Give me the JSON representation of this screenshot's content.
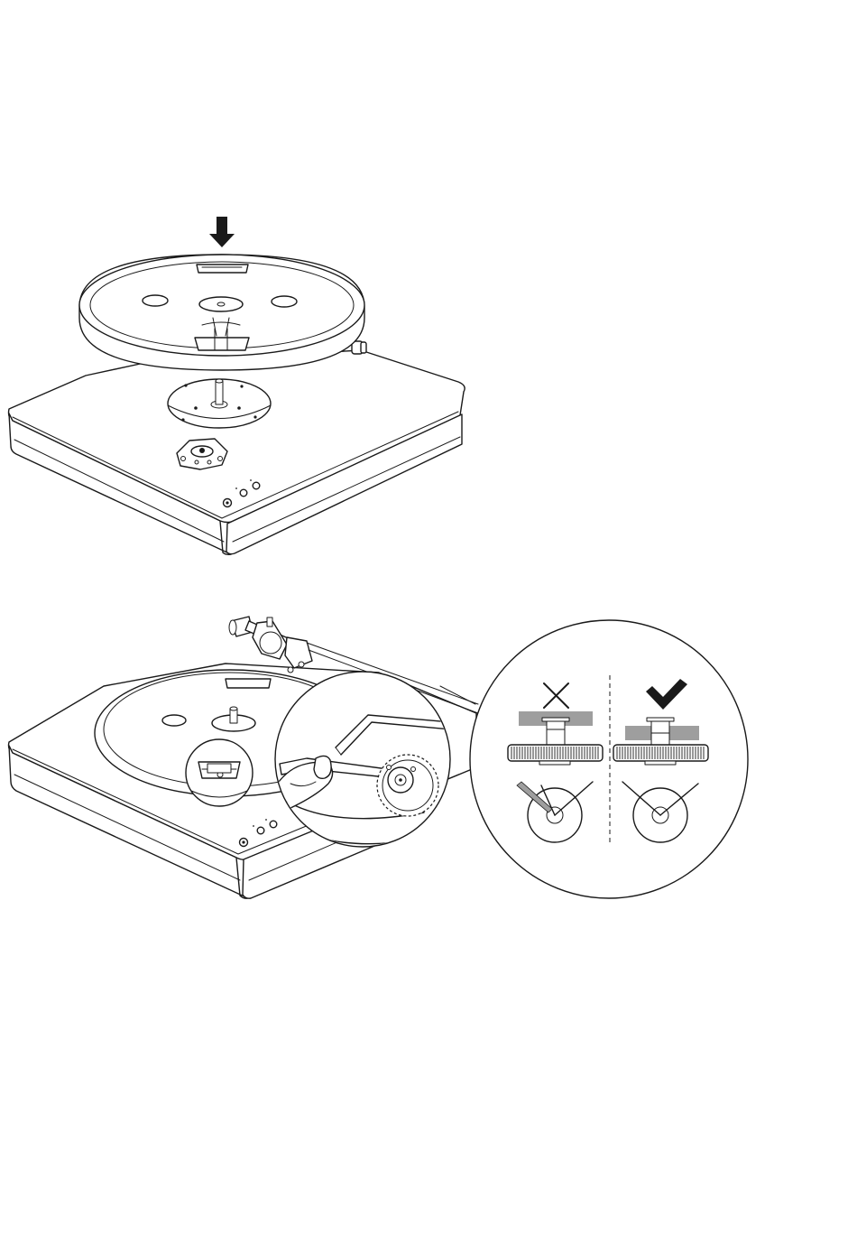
{
  "document": {
    "type": "assembly-illustration",
    "figures": [
      {
        "id": "step-place-platter",
        "arrow": "down-arrow-icon"
      },
      {
        "id": "step-fit-belt",
        "detail": "magnified-belt-detail"
      }
    ]
  },
  "callout": {
    "wrong": {
      "icon": "cross-icon",
      "color": "#1a1a1a"
    },
    "right": {
      "icon": "check-icon",
      "color": "#1a1a1a"
    },
    "band_color": "#9e9e9e"
  }
}
